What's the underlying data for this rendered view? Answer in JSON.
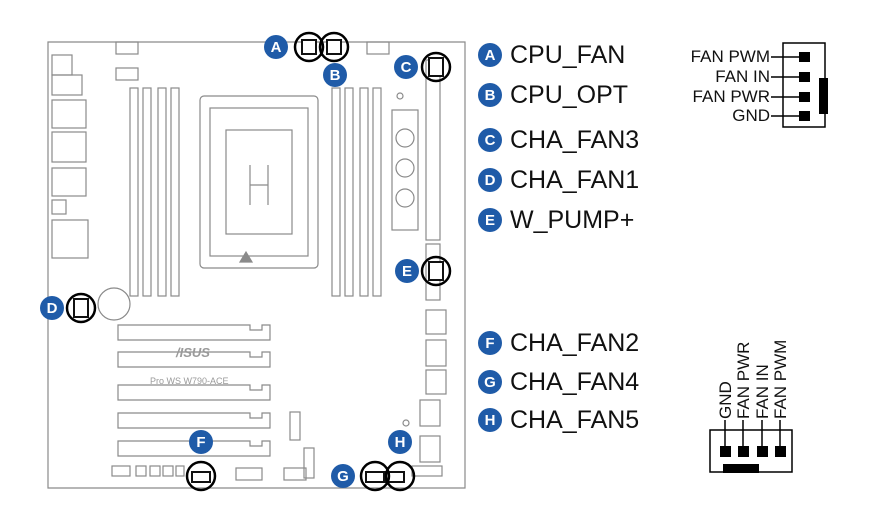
{
  "board": {
    "logo": "/ISUS",
    "model": "Pro WS W790-ACE"
  },
  "legend_top": [
    {
      "letter": "A",
      "label": "CPU_FAN"
    },
    {
      "letter": "B",
      "label": "CPU_OPT"
    },
    {
      "letter": "C",
      "label": "CHA_FAN3"
    },
    {
      "letter": "D",
      "label": "CHA_FAN1"
    },
    {
      "letter": "E",
      "label": "W_PUMP+"
    }
  ],
  "legend_bottom": [
    {
      "letter": "F",
      "label": "CHA_FAN2"
    },
    {
      "letter": "G",
      "label": "CHA_FAN4"
    },
    {
      "letter": "H",
      "label": "CHA_FAN5"
    }
  ],
  "pinout_horizontal": [
    "FAN PWM",
    "FAN IN",
    "FAN PWR",
    "GND"
  ],
  "pinout_vertical": [
    "GND",
    "FAN PWR",
    "FAN IN",
    "FAN PWM"
  ],
  "badges": {
    "a": "A",
    "b": "B",
    "c": "C",
    "d": "D",
    "e": "E",
    "f": "F",
    "g": "G",
    "h": "H"
  },
  "colors": {
    "badge": "#1f5ba8",
    "outline": "#8a8a8a",
    "pcb_text": "#9a9a9a"
  }
}
